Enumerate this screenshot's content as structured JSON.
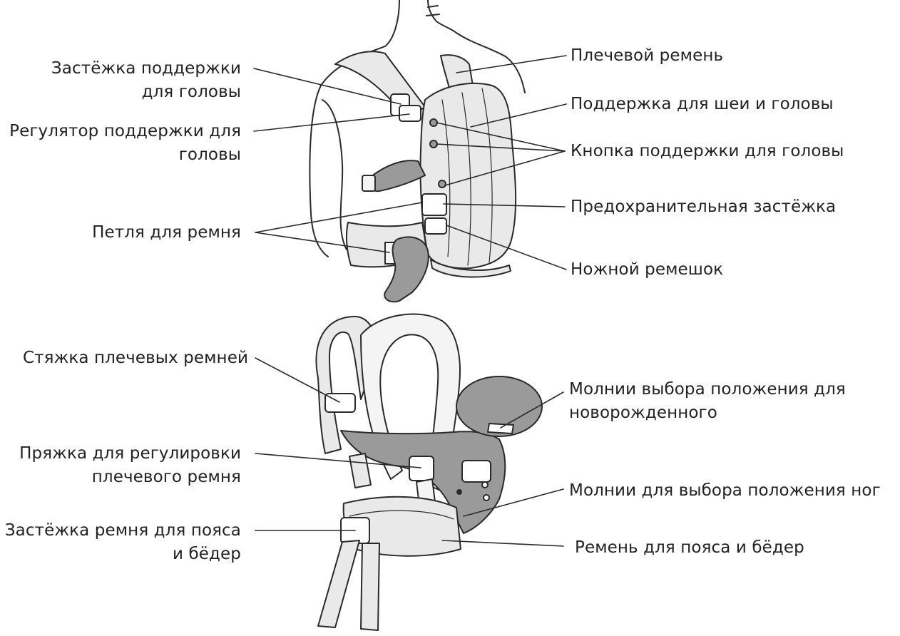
{
  "colors": {
    "outline": "#2a2a2a",
    "carrier_fill": "#e9e9e9",
    "shade_fill": "#9a9a9a",
    "light_fill": "#f4f4f4",
    "text": "#222222"
  },
  "diagram": {
    "front": {
      "labels": {
        "head_support_clasp": [
          "Застёжка поддержки",
          "для головы"
        ],
        "head_support_adjuster": [
          "Регулятор поддержки для",
          "головы"
        ],
        "strap_loop": [
          "Петля для ремня"
        ],
        "shoulder_strap": [
          "Плечевой ремень"
        ],
        "neck_head_support": [
          "Поддержка для шеи и головы"
        ],
        "head_support_button": [
          "Кнопка поддержки для головы"
        ],
        "safety_clasp": [
          "Предохранительная застёжка"
        ],
        "leg_strap": [
          "Ножной ремешок"
        ]
      }
    },
    "back": {
      "labels": {
        "shoulder_strap_tie": [
          "Стяжка плечевых ремней"
        ],
        "shoulder_strap_buckle": [
          "Пряжка для регулировки",
          "плечевого ремня"
        ],
        "waist_belt_clasp": [
          "Застёжка ремня для пояса",
          "и бёдер"
        ],
        "newborn_zippers": [
          "Молнии выбора положения для",
          "новорожденного"
        ],
        "leg_position_zippers": [
          "Молнии для выбора положения ног"
        ],
        "waist_hip_belt": [
          "Ремень для пояса и бёдер"
        ]
      }
    }
  }
}
